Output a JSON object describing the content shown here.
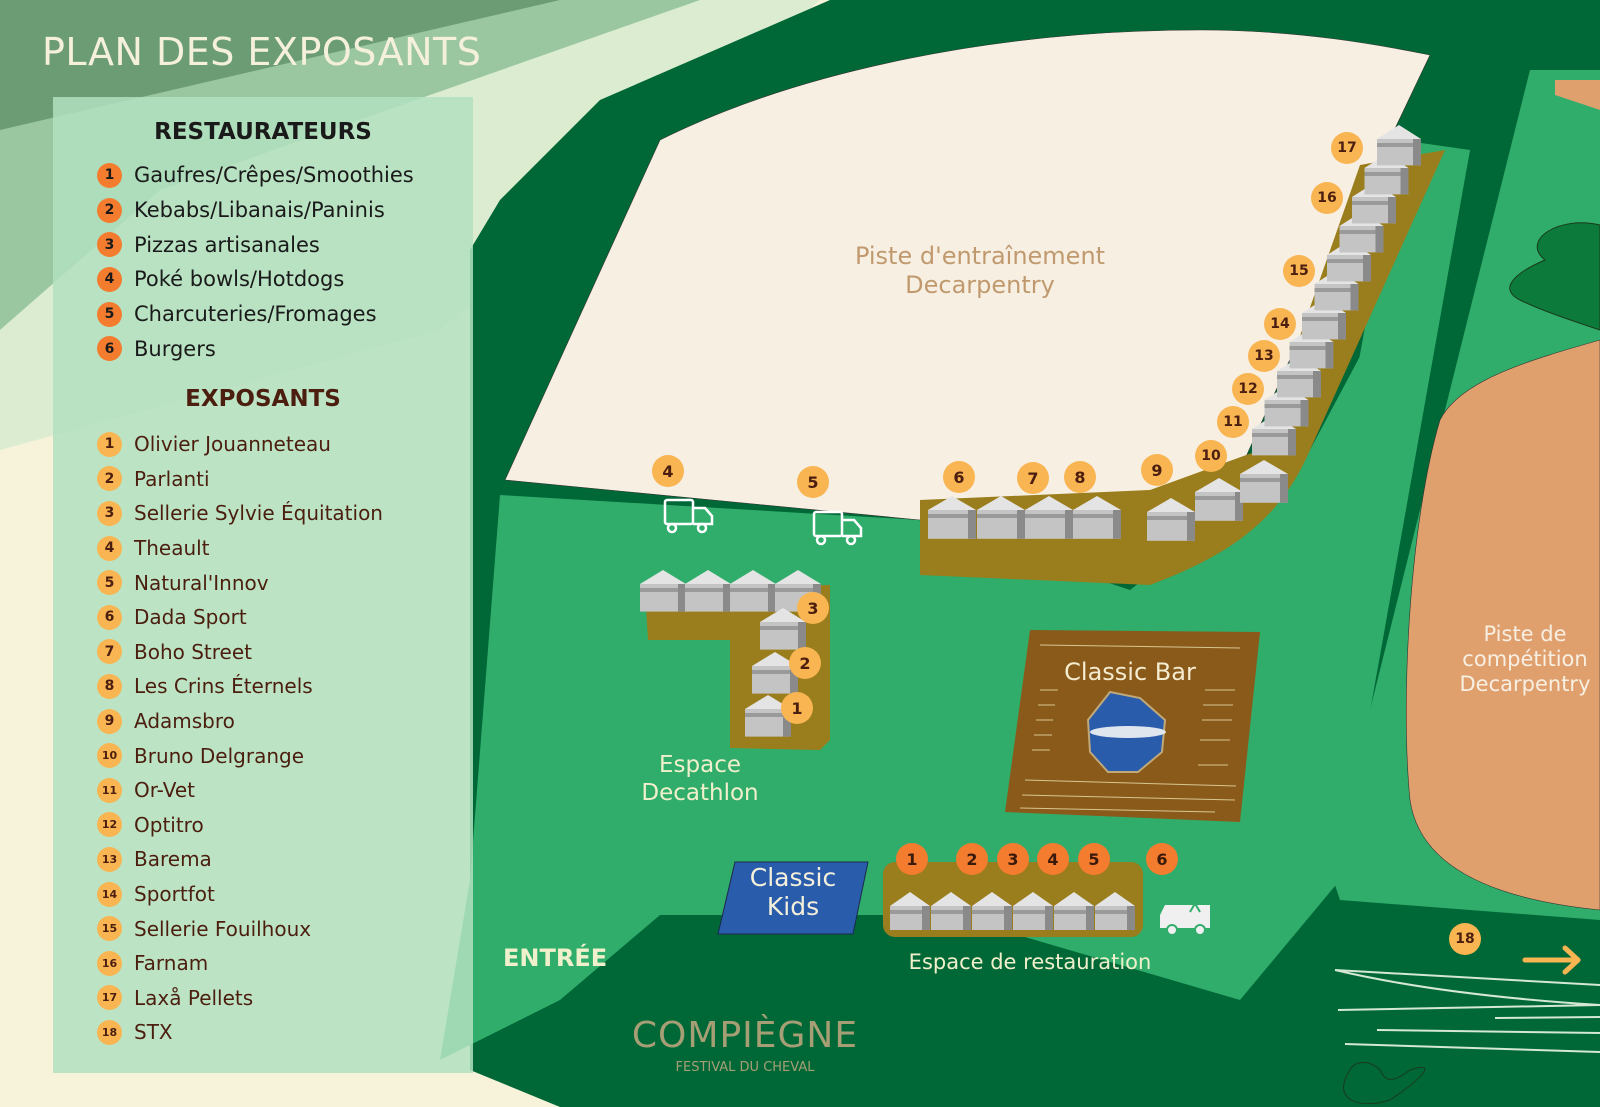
{
  "title": "PLAN DES EXPOSANTS",
  "legend": {
    "restaurateurs_heading": "RESTAURATEURS",
    "restaurateurs": [
      {
        "num": "1",
        "label": "Gaufres/Crêpes/Smoothies"
      },
      {
        "num": "2",
        "label": "Kebabs/Libanais/Paninis"
      },
      {
        "num": "3",
        "label": "Pizzas artisanales"
      },
      {
        "num": "4",
        "label": "Poké bowls/Hotdogs"
      },
      {
        "num": "5",
        "label": "Charcuteries/Fromages"
      },
      {
        "num": "6",
        "label": "Burgers"
      }
    ],
    "exposants_heading": "EXPOSANTS",
    "exposants": [
      {
        "num": "1",
        "label": "Olivier Jouanneteau"
      },
      {
        "num": "2",
        "label": "Parlanti"
      },
      {
        "num": "3",
        "label": "Sellerie Sylvie Équitation"
      },
      {
        "num": "4",
        "label": "Theault"
      },
      {
        "num": "5",
        "label": "Natural'Innov"
      },
      {
        "num": "6",
        "label": "Dada Sport"
      },
      {
        "num": "7",
        "label": "Boho Street"
      },
      {
        "num": "8",
        "label": "Les Crins Éternels"
      },
      {
        "num": "9",
        "label": "Adamsbro"
      },
      {
        "num": "10",
        "label": "Bruno Delgrange"
      },
      {
        "num": "11",
        "label": "Or-Vet"
      },
      {
        "num": "12",
        "label": "Optitro"
      },
      {
        "num": "13",
        "label": "Barema"
      },
      {
        "num": "14",
        "label": "Sportfot"
      },
      {
        "num": "15",
        "label": "Sellerie Fouilhoux"
      },
      {
        "num": "16",
        "label": "Farnam"
      },
      {
        "num": "17",
        "label": "Laxå Pellets"
      },
      {
        "num": "18",
        "label": "STX"
      }
    ]
  },
  "map": {
    "piste_entrainement": [
      "Piste d'entraînement",
      "Decarpentry"
    ],
    "piste_competition": [
      "Piste de",
      "compétition",
      "Decarpentry"
    ],
    "espace_decathlon": [
      "Espace",
      "Decathlon"
    ],
    "classic_bar": "Classic Bar",
    "classic_kids": [
      "Classic",
      "Kids"
    ],
    "espace_restauration": "Espace de restauration",
    "entree": "ENTRÉE",
    "logo_main": "COMPIÈGNE",
    "logo_sub": "FESTIVAL DU CHEVAL",
    "exhibitor_pins": [
      "1",
      "2",
      "3",
      "4",
      "5",
      "6",
      "7",
      "8",
      "9",
      "10",
      "11",
      "12",
      "13",
      "14",
      "15",
      "16",
      "17",
      "18"
    ],
    "food_pins": [
      "1",
      "2",
      "3",
      "4",
      "5",
      "6"
    ]
  },
  "colors": {
    "dark_green": "#006837",
    "mid_green": "#30ad6b",
    "cream_track": "#f8efe3",
    "sand_track": "#e0a06e",
    "olive_ground": "#9a7d1c",
    "bar_brown": "#8a5a1a",
    "kids_blue": "#2a5cac",
    "orange_badge": "#f47c2f",
    "yellow_badge": "#f8b552"
  }
}
